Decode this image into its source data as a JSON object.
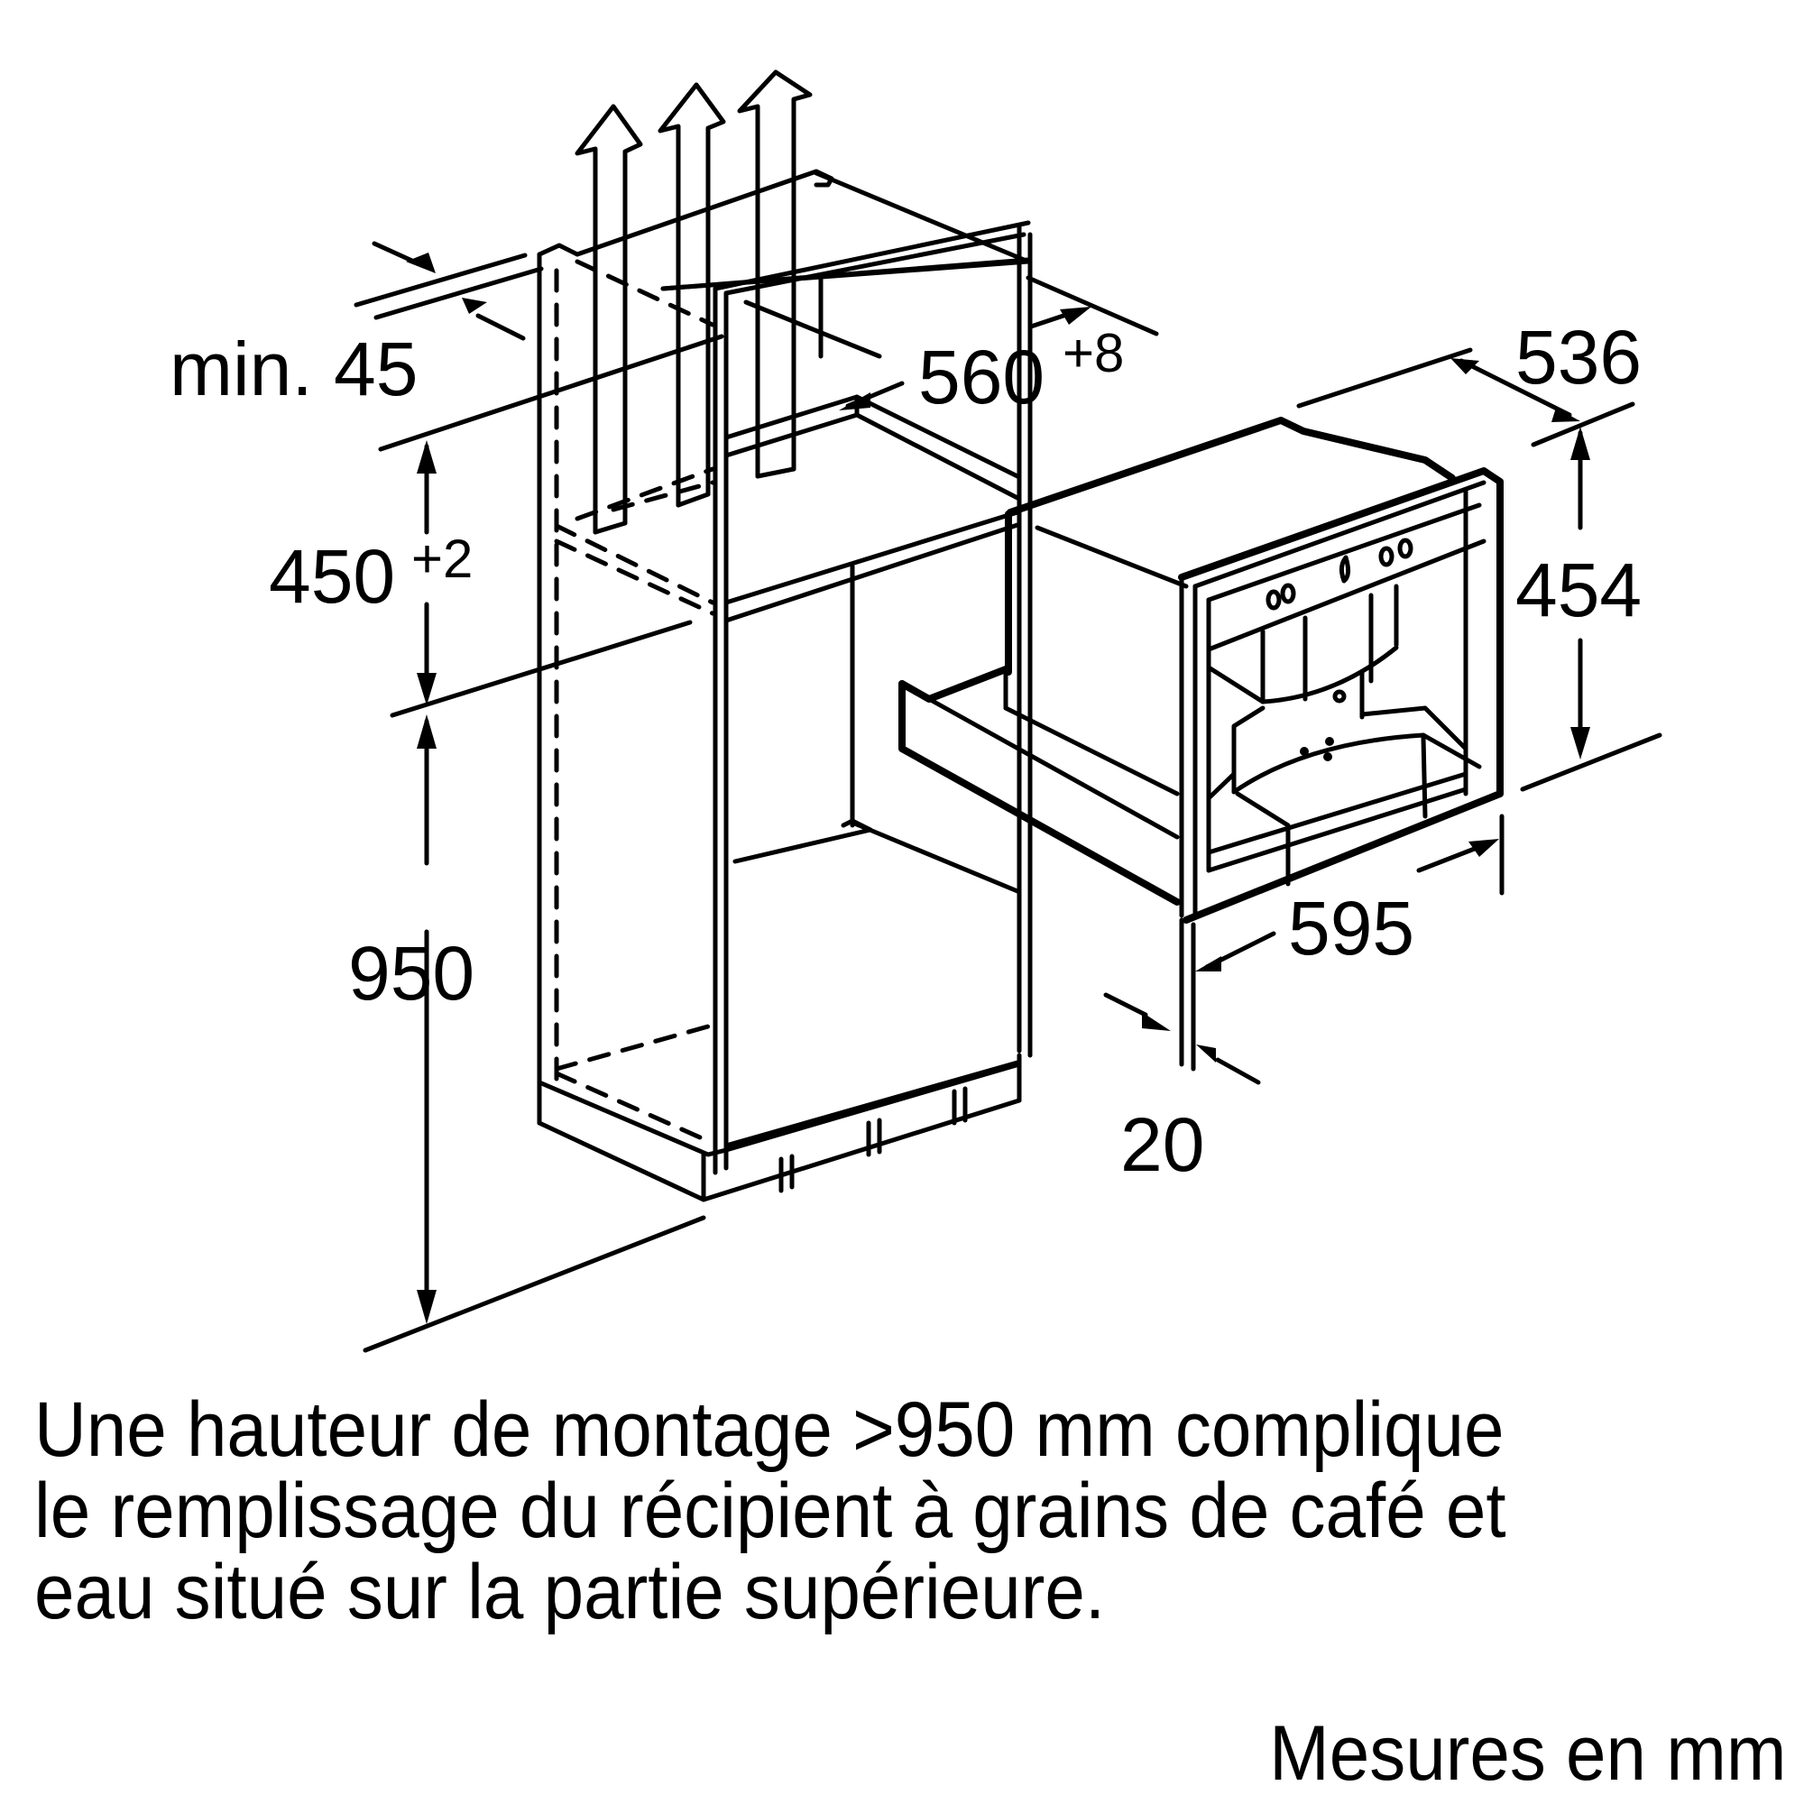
{
  "diagram": {
    "title": "Built-in coffee machine installation dimensions",
    "dimensions": {
      "min_gap": {
        "label": "min. 45"
      },
      "cabinet_depth": {
        "value": "560",
        "tolerance": "+8"
      },
      "niche_height": {
        "value": "450",
        "tolerance": "+2"
      },
      "mounting_height": {
        "value": "950"
      },
      "appliance_depth": {
        "value": "536"
      },
      "appliance_height": {
        "value": "454"
      },
      "appliance_width": {
        "value": "595"
      },
      "front_overhang": {
        "value": "20"
      }
    },
    "elements": [
      "tall-cabinet",
      "ventilation-arrows",
      "coffee-machine",
      "countertop-base"
    ]
  },
  "note": {
    "lines": [
      "Une hauteur de montage >950 mm complique",
      "le remplissage du récipient à grains de café et",
      "eau situé sur la partie supérieure."
    ]
  },
  "units_label": "Mesures en mm"
}
